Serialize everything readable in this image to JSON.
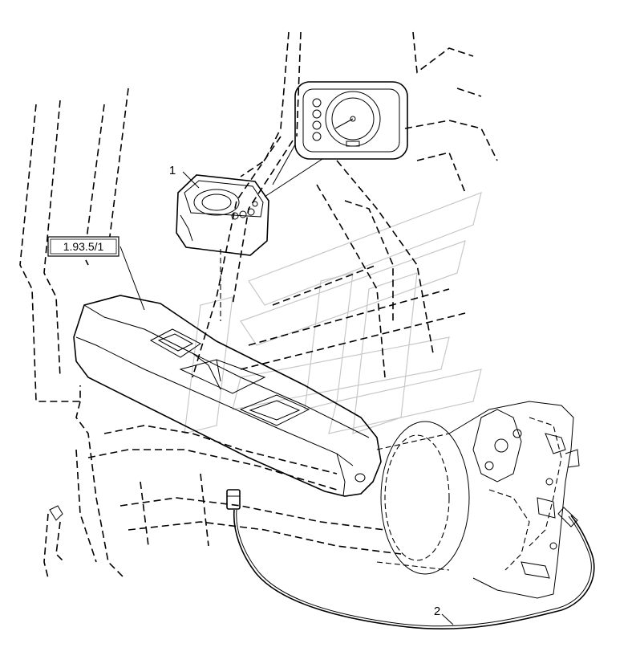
{
  "callouts": {
    "ref_box": "1.93.5/1",
    "item_1": "1",
    "item_2": "2"
  },
  "colors": {
    "line": "#000000",
    "background": "#ffffff",
    "watermark": "#c8c8c8"
  }
}
